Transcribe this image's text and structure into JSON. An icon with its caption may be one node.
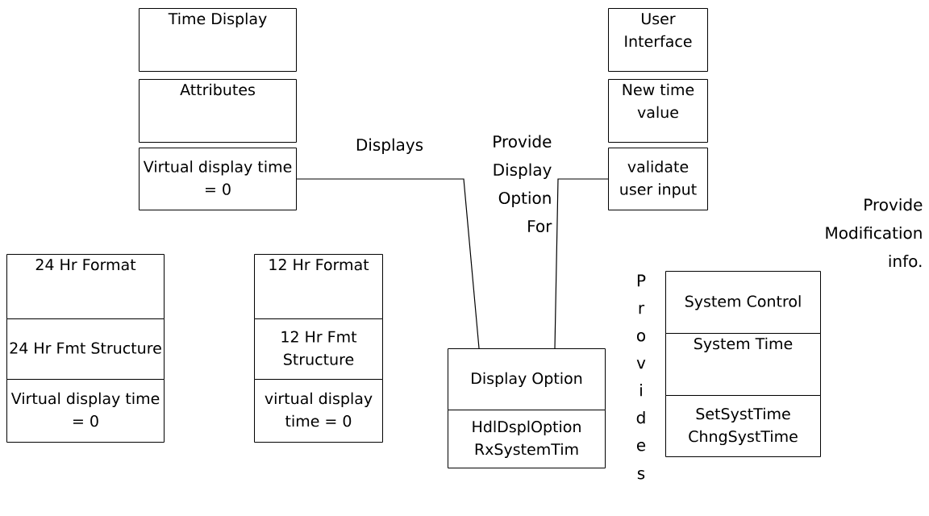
{
  "diagram": {
    "nodes": [
      {
        "text": [
          "Time Display"
        ]
      },
      {
        "text": [
          "Attributes"
        ]
      },
      {
        "text": [
          "Virtual display time = 0"
        ]
      },
      {
        "text": [
          "User Interface"
        ]
      },
      {
        "text": [
          "New time value"
        ]
      },
      {
        "text": [
          "validate user input"
        ]
      },
      {
        "text": [
          "24 Hr Format"
        ]
      },
      {
        "text": [
          "24 Hr Fmt Structure"
        ]
      },
      {
        "text": [
          "Virtual display time = 0"
        ]
      },
      {
        "text": [
          "12 Hr Format"
        ]
      },
      {
        "text": [
          "12 Hr Fmt Structure"
        ]
      },
      {
        "text": [
          "virtual display time = 0"
        ]
      },
      {
        "text": [
          "System Control"
        ]
      },
      {
        "text": [
          "System Time"
        ]
      },
      {
        "text": [
          "SetSystTime ChngSystTime"
        ]
      },
      {
        "text": [
          "Display Option"
        ]
      },
      {
        "text": [
          "HdlDsplOption RxSystemTim"
        ]
      }
    ],
    "edges": [
      {
        "from": 2,
        "to": 15,
        "arrow": "none",
        "label": "Displays"
      },
      {
        "from": 5,
        "to": 15,
        "arrow": "none",
        "label": "Provide Display Option For"
      }
    ],
    "labels": [
      "Provide Modification info.",
      "Provides"
    ]
  }
}
